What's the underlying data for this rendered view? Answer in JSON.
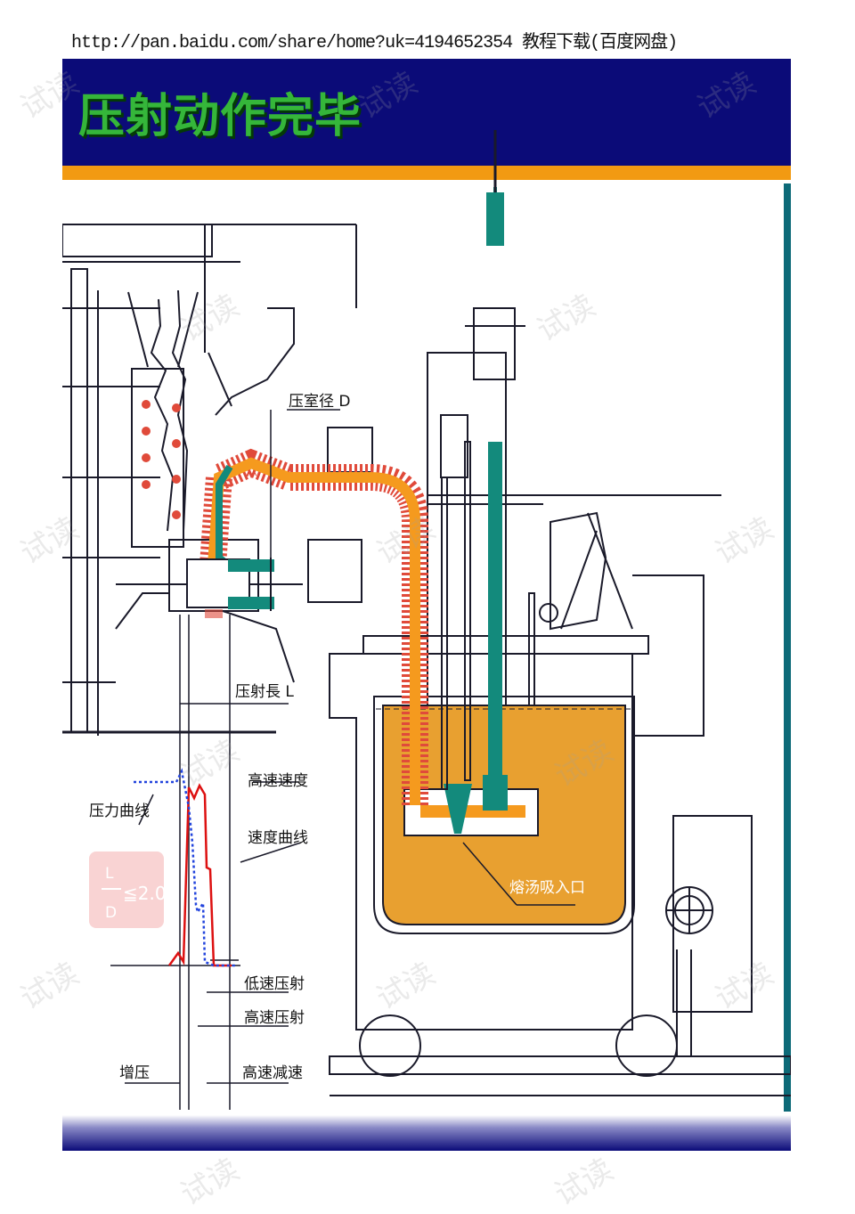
{
  "header": {
    "url_line": "http://pan.baidu.com/share/home?uk=4194652354 教程下载(百度网盘)"
  },
  "slide": {
    "title": "压射动作完毕"
  },
  "labels": {
    "chamber_diameter": "压室径 D",
    "shot_length": "压射長 L",
    "high_speed_velocity": "高速速度",
    "pressure_curve": "压力曲线",
    "velocity_curve": "速度曲线",
    "ratio_top": "L",
    "ratio_bottom": "D",
    "ratio_value": "≦2.0",
    "melt_inlet": "熔汤吸入口",
    "low_speed_shot": "低速压射",
    "high_speed_shot": "高速压射",
    "intensification": "增压",
    "high_speed_decel": "高速减速"
  },
  "watermark": {
    "text": "试读"
  },
  "colors": {
    "title_bg": "#0b0b78",
    "title_text": "#35b63a",
    "accent_stripe": "#f29a12",
    "molten_metal": "#e8a030",
    "plunger": "#138a7c",
    "gooseneck": "#f59a1e",
    "heater_coil": "#e04a3a",
    "velocity_curve": "#dd1111",
    "pressure_curve": "#2244dd"
  }
}
